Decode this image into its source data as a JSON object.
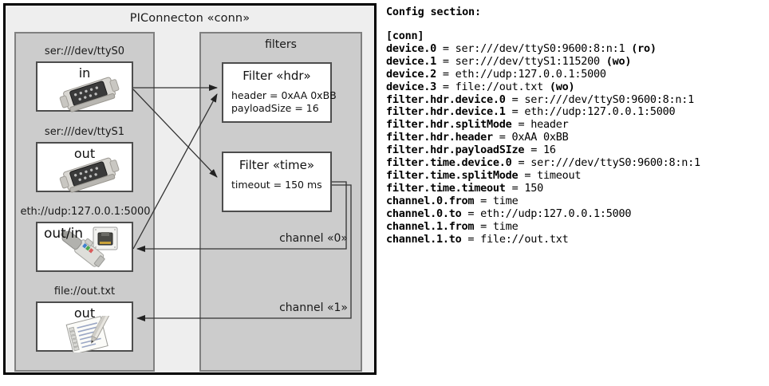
{
  "diagram": {
    "title": "PIConnecton «conn»",
    "groups": {
      "devices": {
        "title": ""
      },
      "filters": {
        "title": "filters"
      }
    },
    "devices": [
      {
        "caption": "ser:///dev/ttyS0",
        "label": "in",
        "icon": "serial-port-icon"
      },
      {
        "caption": "ser:///dev/ttyS1",
        "label": "out",
        "icon": "serial-port-icon"
      },
      {
        "caption": "eth://udp:127.0.0.1:5000",
        "label": "out/in",
        "icon": "ethernet-icon"
      },
      {
        "caption": "file://out.txt",
        "label": "out",
        "icon": "text-file-icon"
      }
    ],
    "filters": [
      {
        "title": "Filter «hdr»",
        "props": [
          "header = 0xAA 0xBB",
          "payloadSize = 16"
        ]
      },
      {
        "title": "Filter «time»",
        "props": [
          "timeout = 150 ms"
        ]
      }
    ],
    "channels": [
      {
        "label": "channel «0»"
      },
      {
        "label": "channel «1»"
      }
    ],
    "colors": {
      "outer_fill": "#eeeeee",
      "group_fill": "#cccccc",
      "group_border": "#808080",
      "box_fill": "#ffffff",
      "box_border": "#4d4d4d",
      "frame_border": "#000000",
      "connector": "#333333"
    }
  },
  "config": {
    "heading": "Config section:",
    "lines": [
      {
        "key": "[conn]",
        "value": ""
      },
      {
        "key": "device.0",
        "value": " = ser:///dev/ttyS0:9600:8:n:1 ",
        "suffix": "(ro)"
      },
      {
        "key": "device.1",
        "value": " = ser:///dev/ttyS1:115200 ",
        "suffix": "(wo)"
      },
      {
        "key": "device.2",
        "value": " = eth://udp:127.0.0.1:5000",
        "suffix": ""
      },
      {
        "key": "device.3",
        "value": " = file://out.txt ",
        "suffix": "(wo)"
      },
      {
        "key": "filter.hdr.device.0",
        "value": " = ser:///dev/ttyS0:9600:8:n:1",
        "suffix": ""
      },
      {
        "key": "filter.hdr.device.1",
        "value": " = eth://udp:127.0.0.1:5000",
        "suffix": ""
      },
      {
        "key": "filter.hdr.splitMode",
        "value": " = header",
        "suffix": ""
      },
      {
        "key": "filter.hdr.header",
        "value": " = 0xAA 0xBB",
        "suffix": ""
      },
      {
        "key": "filter.hdr.payloadSIze",
        "value": " = 16",
        "suffix": ""
      },
      {
        "key": "filter.time.device.0",
        "value": " = ser:///dev/ttyS0:9600:8:n:1",
        "suffix": ""
      },
      {
        "key": "filter.time.splitMode",
        "value": " = timeout",
        "suffix": ""
      },
      {
        "key": "filter.time.timeout",
        "value": " = 150",
        "suffix": ""
      },
      {
        "key": "channel.0.from",
        "value": " = time",
        "suffix": ""
      },
      {
        "key": "channel.0.to",
        "value": " = eth://udp:127.0.0.1:5000",
        "suffix": ""
      },
      {
        "key": "channel.1.from",
        "value": " = time",
        "suffix": ""
      },
      {
        "key": "channel.1.to",
        "value": " = file://out.txt",
        "suffix": ""
      }
    ]
  }
}
